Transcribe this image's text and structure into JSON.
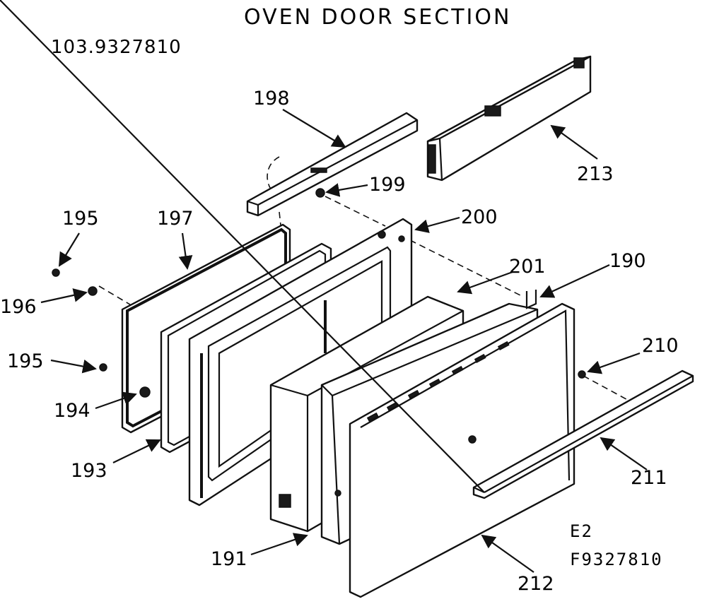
{
  "title": "OVEN DOOR SECTION",
  "model_number": "103.9327810",
  "codes": {
    "line1": "E2",
    "line2": "F9327810"
  },
  "callouts": [
    "190",
    "191",
    "193",
    "194",
    "195",
    "195",
    "196",
    "197",
    "198",
    "199",
    "200",
    "201",
    "210",
    "211",
    "212",
    "213"
  ]
}
